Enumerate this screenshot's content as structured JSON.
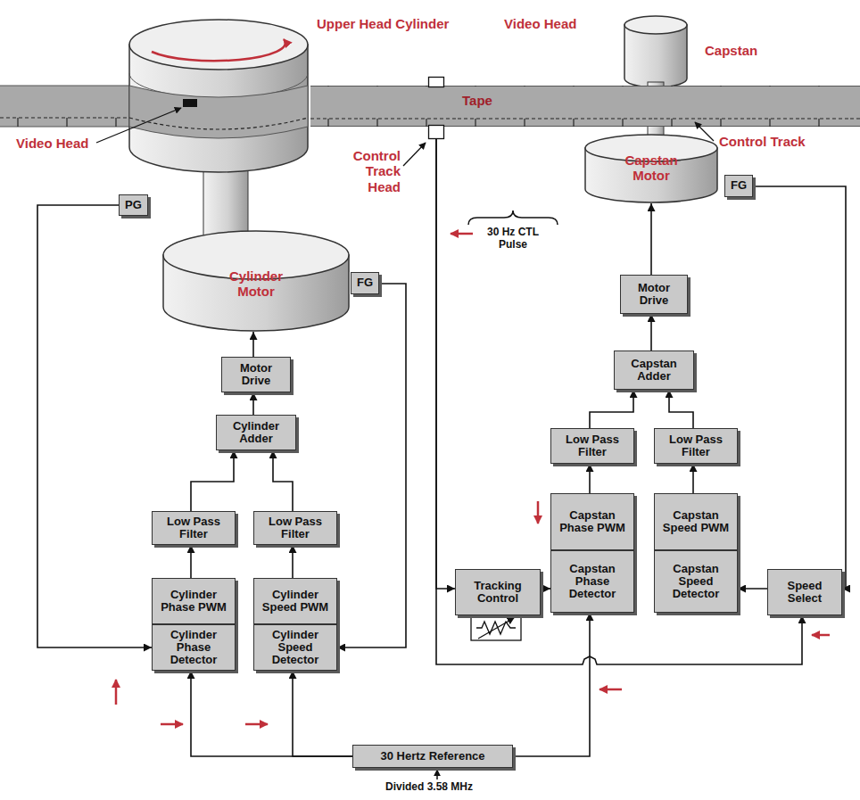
{
  "diagram": {
    "nodes": [
      {
        "text": [
          "Tape"
        ]
      },
      {
        "text": [
          "Control Track Head"
        ]
      },
      {
        "text": [
          "PG"
        ]
      },
      {
        "text": [
          "Cylinder Motor"
        ]
      },
      {
        "text": [
          "FG"
        ]
      },
      {
        "text": [
          "FG"
        ]
      },
      {
        "text": [
          "Capstan Motor"
        ]
      },
      {
        "text": [
          "Motor Drive"
        ]
      },
      {
        "text": [
          "Cylinder Adder"
        ]
      },
      {
        "text": [
          "Low Pass Filter"
        ]
      },
      {
        "text": [
          "Low Pass Filter"
        ]
      },
      {
        "text": [
          "Cylinder Phase PWM"
        ]
      },
      {
        "text": [
          "Cylinder Phase Detector"
        ]
      },
      {
        "text": [
          "Cylinder Speed PWM"
        ]
      },
      {
        "text": [
          "Cylinder Speed Detector"
        ]
      },
      {
        "text": [
          "Motor Drive"
        ]
      },
      {
        "text": [
          "Capstan Adder"
        ]
      },
      {
        "text": [
          "Low Pass Filter"
        ]
      },
      {
        "text": [
          "Low Pass Filter"
        ]
      },
      {
        "text": [
          "Capstan Phase PWM"
        ]
      },
      {
        "text": [
          "Capstan Phase Detector"
        ]
      },
      {
        "text": [
          "Capstan Speed PWM"
        ]
      },
      {
        "text": [
          "Capstan Speed Detector"
        ]
      },
      {
        "text": [
          "Tracking Control"
        ]
      },
      {
        "text": [
          "Speed Select"
        ]
      },
      {
        "text": [
          "30 Hertz Reference"
        ]
      }
    ],
    "edges": [
      {
        "from": 2,
        "to": 12,
        "arrow": "to"
      },
      {
        "from": 4,
        "to": 14,
        "arrow": "to"
      },
      {
        "from": 25,
        "to": 12,
        "arrow": "to"
      },
      {
        "from": 25,
        "to": 14,
        "arrow": "to"
      },
      {
        "from": 25,
        "to": 20,
        "arrow": "to"
      },
      {
        "from": 11,
        "to": 9,
        "arrow": "to"
      },
      {
        "from": 9,
        "to": 8,
        "arrow": "to"
      },
      {
        "from": 13,
        "to": 10,
        "arrow": "to"
      },
      {
        "from": 10,
        "to": 8,
        "arrow": "to"
      },
      {
        "from": 8,
        "to": 7,
        "arrow": "to"
      },
      {
        "from": 7,
        "to": 3,
        "arrow": "to"
      },
      {
        "from": 19,
        "to": 17,
        "arrow": "to"
      },
      {
        "from": 17,
        "to": 16,
        "arrow": "to"
      },
      {
        "from": 21,
        "to": 18,
        "arrow": "to"
      },
      {
        "from": 18,
        "to": 16,
        "arrow": "to"
      },
      {
        "from": 16,
        "to": 15,
        "arrow": "to"
      },
      {
        "from": 15,
        "to": 6,
        "arrow": "to"
      },
      {
        "from": 5,
        "to": 24,
        "arrow": "to"
      },
      {
        "from": 24,
        "to": 22,
        "arrow": "to"
      },
      {
        "from": 23,
        "to": 20,
        "arrow": "to"
      },
      {
        "from": 1,
        "to": 23,
        "arrow": "to"
      },
      {
        "from": 1,
        "to": 24,
        "arrow": "to"
      }
    ],
    "labels": [
      "Upper Head Cylinder",
      "Video Head",
      "Capstan",
      "Video Head",
      "Control Track",
      "30 Hz CTL Pulse",
      "Divided 3.58 MHz"
    ]
  }
}
